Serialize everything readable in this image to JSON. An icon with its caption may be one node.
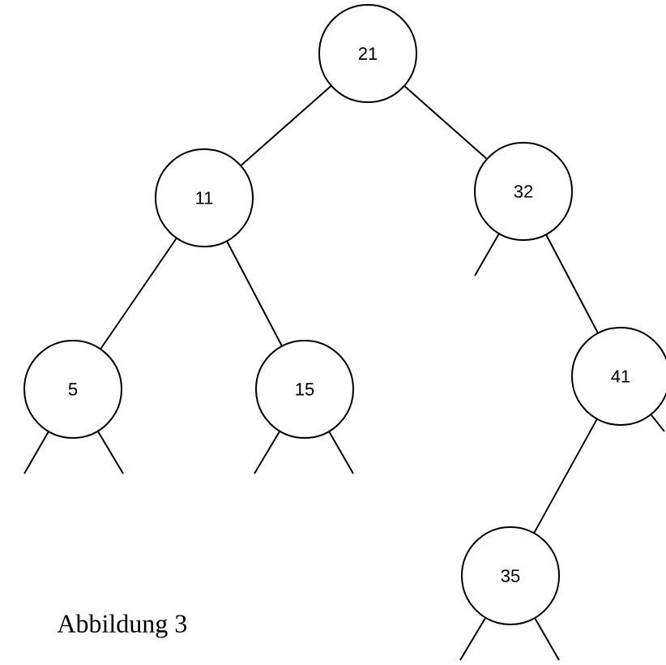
{
  "diagram": {
    "caption": "Abbildung 3",
    "nodes": [
      {
        "text": [
          "21"
        ]
      },
      {
        "text": [
          "11"
        ]
      },
      {
        "text": [
          "32"
        ]
      },
      {
        "text": [
          "5"
        ]
      },
      {
        "text": [
          "15"
        ]
      },
      {
        "text": [
          "41"
        ]
      },
      {
        "text": [
          "35"
        ]
      }
    ],
    "edges": [
      {
        "from": 0,
        "to": 1,
        "arrow": "none"
      },
      {
        "from": 0,
        "to": 2,
        "arrow": "none"
      },
      {
        "from": 1,
        "to": 3,
        "arrow": "none"
      },
      {
        "from": 1,
        "to": 4,
        "arrow": "none"
      },
      {
        "from": 2,
        "to": null,
        "arrow": "none"
      },
      {
        "from": 2,
        "to": 5,
        "arrow": "none"
      },
      {
        "from": 3,
        "to": null,
        "arrow": "none"
      },
      {
        "from": 3,
        "to": null,
        "arrow": "none"
      },
      {
        "from": 4,
        "to": null,
        "arrow": "none"
      },
      {
        "from": 4,
        "to": null,
        "arrow": "none"
      },
      {
        "from": 5,
        "to": 6,
        "arrow": "none"
      },
      {
        "from": 5,
        "to": null,
        "arrow": "none"
      },
      {
        "from": 6,
        "to": null,
        "arrow": "none"
      },
      {
        "from": 6,
        "to": null,
        "arrow": "none"
      }
    ]
  }
}
